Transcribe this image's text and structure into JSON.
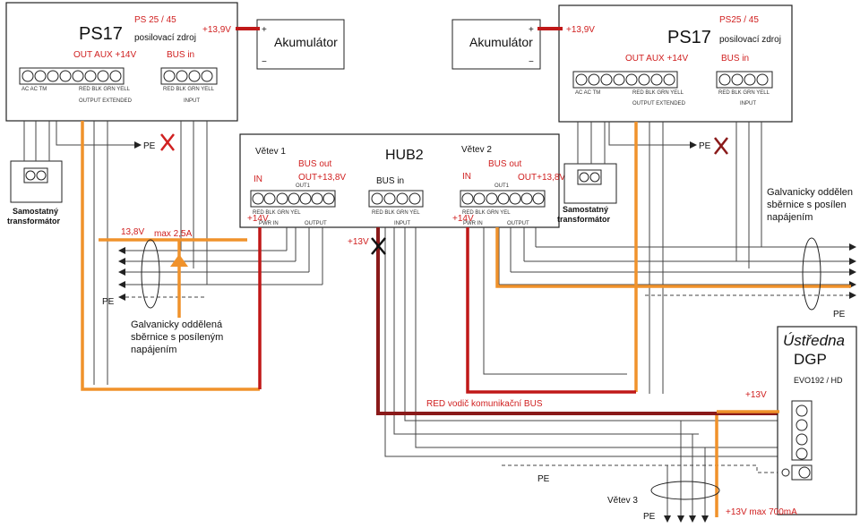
{
  "ps17_left": {
    "title": "PS17",
    "model": "PS 25 / 45",
    "subtitle": "posilovací zdroj",
    "out_aux": "OUT AUX +14V",
    "bus_in": "BUS  in",
    "terminals_left": "AC   AC        TM",
    "terminals_mid": "RED BLK  GRN YELL",
    "bottom_left": "OUTPUT EXTENDED",
    "bottom_right": "INPUT"
  },
  "ps17_right": {
    "title": "PS17",
    "model": "PS25 / 45",
    "subtitle": "posilovací zdroj",
    "out_aux": "OUT AUX +14V",
    "bus_in": "BUS  in",
    "terminals_left": "AC   AC       TM",
    "terminals_mid": "RED BLK  GRN YELL",
    "bottom_left": "OUTPUT EXTENDED",
    "bottom_right": "INPUT"
  },
  "akumulator_left": {
    "label": "Akumulátor",
    "plus": "+",
    "minus": "−",
    "voltage": "+13,9V"
  },
  "akumulator_right": {
    "label": "Akumulátor",
    "plus": "+",
    "minus": "−",
    "voltage": "+13,9V"
  },
  "hub": {
    "title": "HUB2",
    "branch1": "Větev 1",
    "branch2": "Větev 2",
    "bus_in": "BUS in",
    "bus_out": "BUS out",
    "out_v": "OUT+13,8V",
    "in": "IN",
    "plus14": "+14V",
    "out1": "OUT1",
    "pwr_in": "PWR IN",
    "output": "OUTPUT",
    "input": "INPUT",
    "rbk": "RED BLK  GRN YEL"
  },
  "transformer_left": "Samostatný\ntransformátor",
  "transformer_right": "Samostatný\ntransformátor",
  "pe": "PE",
  "left_supply": {
    "v": "13,8V",
    "i": "max 2,5A"
  },
  "galv_left": [
    "Galvanicky oddělená",
    "sběrnice s posíleným",
    "napájením"
  ],
  "galv_right": [
    "Galvanicky oddělen",
    "sběrnice s posílen",
    "napájením"
  ],
  "plus13": "+13V",
  "red_bus": "RED vodič komunikační BUS",
  "ustredna": {
    "title1": "Ústředna",
    "title2": "DGP",
    "model": "EVO192 / HD",
    "plus13": "+13V"
  },
  "vetev3": "Větev 3",
  "max700": "+13V max 700mA"
}
